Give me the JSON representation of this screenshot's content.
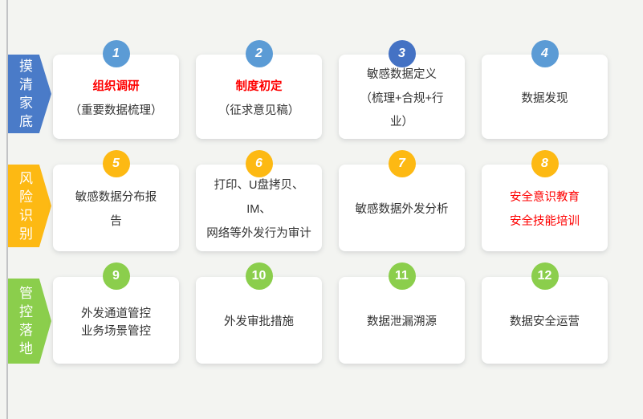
{
  "phases": [
    {
      "label": "摸清家底",
      "color": "#4a7bc8"
    },
    {
      "label": "风险识别",
      "color": "#fdb913"
    },
    {
      "label": "管控落地",
      "color": "#8bce4c"
    }
  ],
  "cards": [
    {
      "num": "1",
      "title": "组织调研",
      "body": "（重要数据梳理）"
    },
    {
      "num": "2",
      "title": "制度初定",
      "body": "（征求意见稿）"
    },
    {
      "num": "3",
      "body": "敏感数据定义\n（梳理+合规+行\n业）"
    },
    {
      "num": "4",
      "body": "数据发现"
    },
    {
      "num": "5",
      "body": "敏感数据分布报\n告"
    },
    {
      "num": "6",
      "body": "打印、U盘拷贝、IM、\n网络等外发行为审计"
    },
    {
      "num": "7",
      "body": "敏感数据外发分析"
    },
    {
      "num": "8",
      "body": "安全意识教育\n安全技能培训"
    },
    {
      "num": "9",
      "body": "外发通道管控\n业务场景管控"
    },
    {
      "num": "10",
      "body": "外发审批措施"
    },
    {
      "num": "11",
      "body": "数据泄漏溯源"
    },
    {
      "num": "12",
      "body": "数据安全运营"
    }
  ],
  "colors": {
    "background": "#f3f4f1",
    "card": "#ffffff",
    "badge_light_blue": "#5b9bd5",
    "badge_dark_blue": "#4472c4",
    "badge_yellow": "#fdb913",
    "badge_green": "#8bce4c",
    "arrow_blue": "#4a7bc8",
    "arrow_yellow": "#fdb913",
    "arrow_green": "#8bce4c",
    "highlight_red": "#fe0000",
    "text": "#333333"
  }
}
